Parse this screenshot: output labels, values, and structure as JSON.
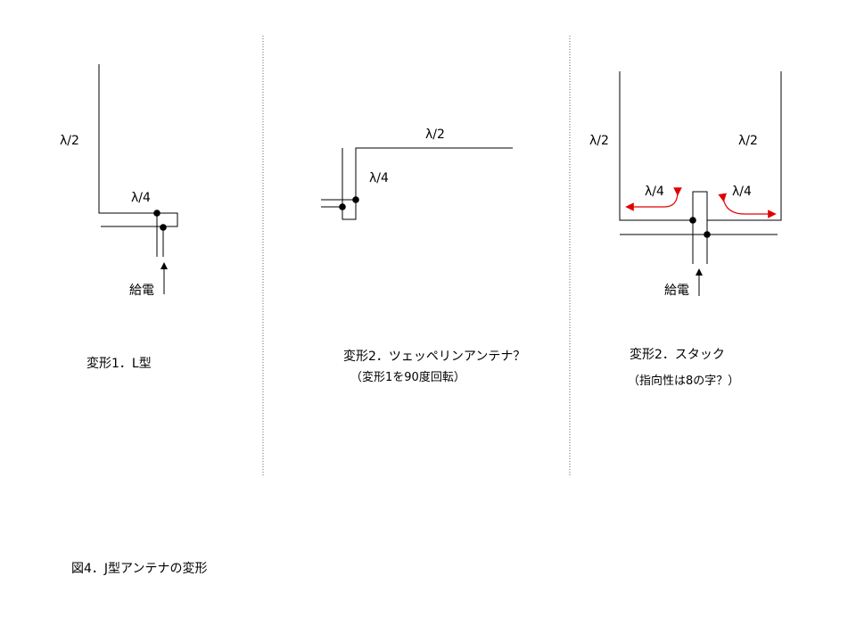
{
  "panel1": {
    "label_half": "λ/2",
    "label_quarter": "λ/4",
    "feed_label": "給電",
    "caption": "変形1．L型"
  },
  "panel2": {
    "label_half": "λ/2",
    "label_quarter": "λ/4",
    "caption_line1": "変形2．ツェッペリンアンテナ？",
    "caption_line2": "（変形1を90度回転）"
  },
  "panel3": {
    "label_half_left": "λ/2",
    "label_half_right": "λ/2",
    "label_quarter_left": "λ/4",
    "label_quarter_right": "λ/4",
    "feed_label": "給電",
    "caption_line1": "変形2．スタック",
    "caption_line2": "（指向性は8の字？）",
    "arrow_color": "#e00000"
  },
  "figure_caption": "図4．J型アンテナの変形"
}
